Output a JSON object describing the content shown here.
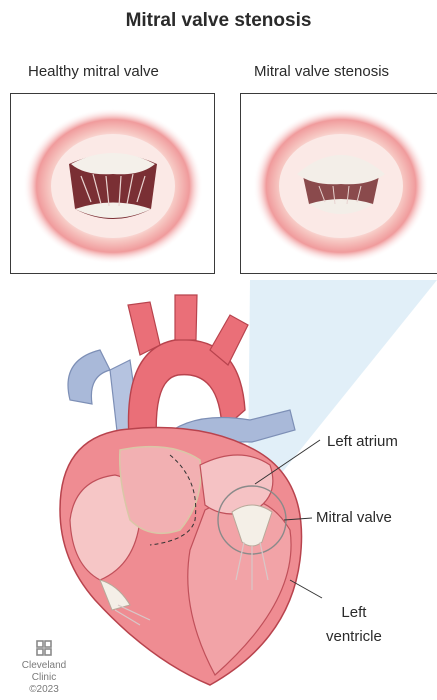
{
  "title": "Mitral valve stenosis",
  "panels": {
    "left_caption": "Healthy mitral valve",
    "right_caption": "Mitral valve stenosis"
  },
  "labels": {
    "left_atrium": "Left atrium",
    "mitral_valve": "Mitral valve",
    "left_ventricle_line1": "Left",
    "left_ventricle_line2": "ventricle"
  },
  "logo": {
    "name_line1": "Cleveland",
    "name_line2": "Clinic",
    "copyright": "©2023"
  },
  "colors": {
    "heart_red": "#e8737c",
    "heart_light": "#f3a6ab",
    "vessel_blue": "#a9b9d9",
    "valve_pink": "#f2b9b9",
    "zoom_cone": "#d6e9f5"
  }
}
